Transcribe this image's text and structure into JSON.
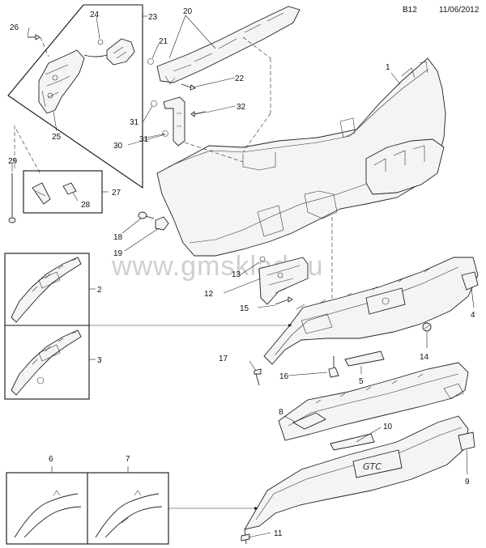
{
  "header": {
    "page_code": "B12",
    "date": "11/06/2012"
  },
  "watermark": "www.gmsklad.ru",
  "callouts": {
    "c1": "1",
    "c2": "2",
    "c3": "3",
    "c4": "4",
    "c5": "5",
    "c6": "6",
    "c7": "7",
    "c8": "8",
    "c9": "9",
    "c10": "10",
    "c11": "11",
    "c12": "12",
    "c13": "13",
    "c14": "14",
    "c15": "15",
    "c16": "16",
    "c17": "17",
    "c18": "18",
    "c19": "19",
    "c20": "20",
    "c21": "21",
    "c22": "22",
    "c23": "23",
    "c24": "24",
    "c25": "25",
    "c26": "26",
    "c27": "27",
    "c28": "28",
    "c29": "29",
    "c30": "30",
    "c31a": "31",
    "c31b": "31",
    "c32": "32"
  },
  "emblem_text": "GTC"
}
